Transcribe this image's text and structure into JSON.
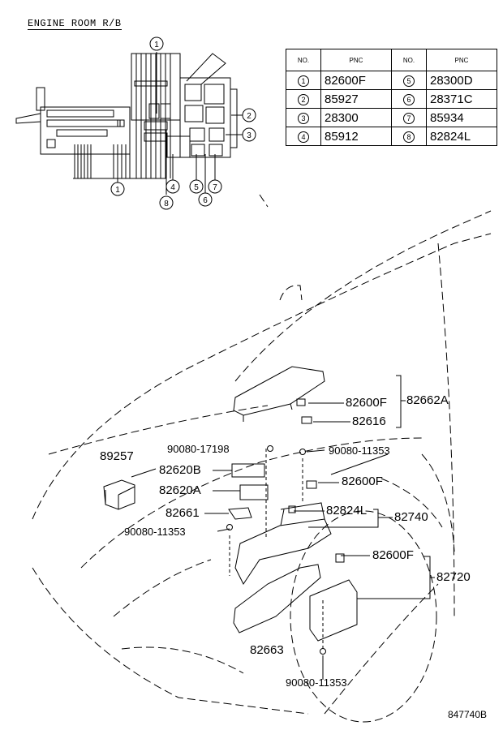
{
  "header": {
    "title": "ENGINE ROOM R/B"
  },
  "pnc_table": {
    "headers": [
      "NO.",
      "PNC",
      "NO.",
      "PNC"
    ],
    "rows": [
      {
        "no1": "1",
        "pnc1": "82600F",
        "no2": "5",
        "pnc2": "28300D"
      },
      {
        "no1": "2",
        "pnc1": "85927",
        "no2": "6",
        "pnc2": "28371C"
      },
      {
        "no1": "3",
        "pnc1": "28300",
        "no2": "7",
        "pnc2": "85934"
      },
      {
        "no1": "4",
        "pnc1": "85912",
        "no2": "8",
        "pnc2": "82824L"
      }
    ]
  },
  "inset_callouts": {
    "c1_top": "1",
    "c2": "2",
    "c3": "3",
    "c1_bottom": "1",
    "c4": "4",
    "c5": "5",
    "c6": "6",
    "c7": "7",
    "c8": "8"
  },
  "parts": {
    "p82662A": "82662A",
    "p82600F_a": "82600F",
    "p82616": "82616",
    "p89257": "89257",
    "p90080_17198": "90080-17198",
    "p90080_11353_a": "90080-11353",
    "p82620B": "82620B",
    "p82600F_b": "82600F",
    "p82620A": "82620A",
    "p82661": "82661",
    "p82824L": "82824L",
    "p82740": "82740",
    "p90080_11353_b": "90080-11353",
    "p82600F_c": "82600F",
    "p82720": "82720",
    "p82663": "82663",
    "p90080_11353_c": "90080-11353"
  },
  "footer": {
    "code": "847740B"
  }
}
